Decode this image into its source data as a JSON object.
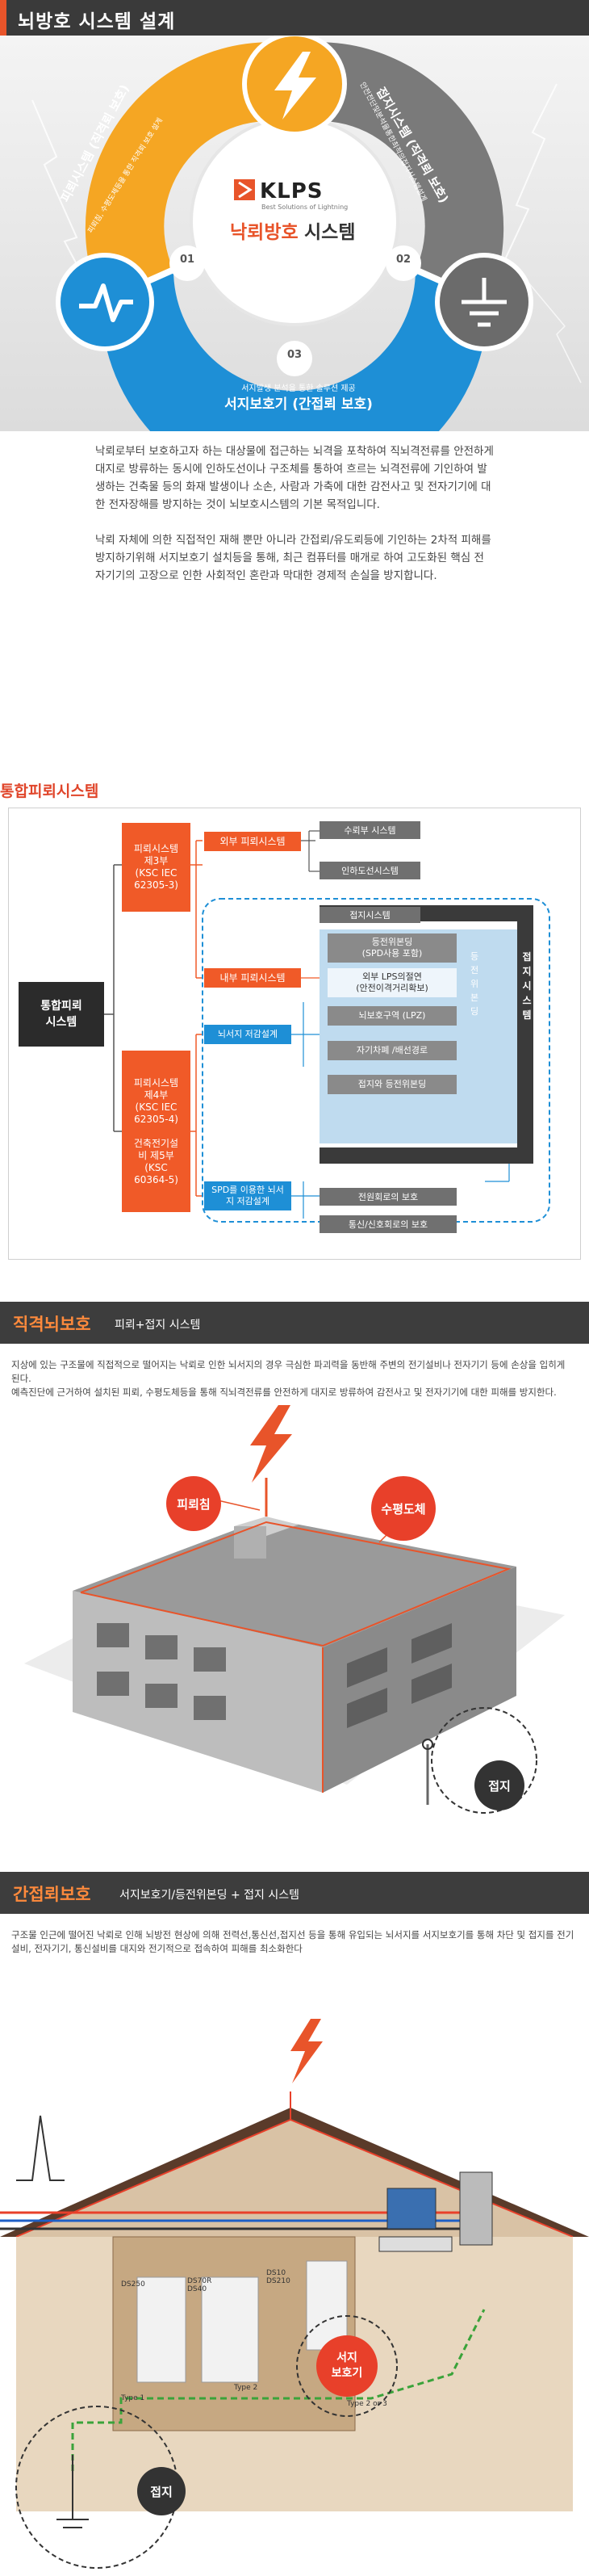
{
  "header": {
    "title": "뇌방호 시스템 설계"
  },
  "hero": {
    "logo": "KLPS",
    "logo_tagline": "Best Solutions of Lightning",
    "center_title_a": "낙뢰방호",
    "center_title_b": "시스템",
    "segments": [
      {
        "num": "01",
        "title": "피뢰시스템 (직격뢰 보호)",
        "sub": "피뢰침, 수평도체등을 통한 직격뢰 보호 설계"
      },
      {
        "num": "02",
        "title": "접지시스템 (직격뢰 보호)",
        "sub": "안전전단및분석을통한최적의접지시스템설계"
      },
      {
        "num": "03",
        "title": "서지보호기 (간접뢰 보호)",
        "sub": "서지발생 분석을 통한 솔루션 제공"
      }
    ],
    "colors": {
      "orange": "#f5a623",
      "gray": "#7a7a7a",
      "blue": "#1e8fd6"
    }
  },
  "intro": {
    "p1": "낙뢰로부터 보호하고자 하는 대상물에 접근하는 뇌격을 포착하여 직뇌격전류를 안전하게 대지로 방류하는 동시에 인하도선이나 구조체를 통하여 흐르는 뇌격전류에 기인하여 발생하는 건축물 등의 화재 발생이나 소손, 사람과 가축에 대한 감전사고 및 전자기기에 대한 전자장해를 방지하는 것이 뇌보호시스템의 기본 목적입니다.",
    "p2": "낙뢰 자체에 의한 직접적인 재해 뿐만 아니라 간접뢰/유도뢰등에 기인하는 2차적 피해를 방지하기위해 서지보호기 설치등을 통해, 최근 컴퓨터를 매개로 하여 고도화된 핵심 전자기기의 고장으로 인한 사회적인 혼란과 막대한 경제적 손실을 방지합니다."
  },
  "integrated": {
    "title": "통합피뢰시스템",
    "root": "통합피뢰\n시스템",
    "std1": "피뢰시스템\n제3부\n(KSC IEC\n62305-3)",
    "std2": "피뢰시스템\n제4부\n(KSC IEC\n62305-4)\n\n건축전기설\n비 제5부\n(KSC\n60364-5)",
    "ext": "외부 피뢰시스템",
    "int": "내부 피뢰시스템",
    "surge_design": "뇌서지 저감설계",
    "spd_design": "SPD를 이용한 뇌서\n지 저감설계",
    "ext_items": [
      "수뢰부 시스템",
      "인하도선시스템",
      "접지시스템"
    ],
    "bonding": "등전위본딩\n(SPD사용 포함)",
    "lps_sep": "외부 LPS의절연\n(안전이격거리확보)",
    "lpz": "뇌보호구역 (LPZ)",
    "shield": "자기차폐 /배선경로",
    "ground_bond": "접지와 등전위본딩",
    "power": "전원회로의 보호",
    "comm": "통신/신호회로의 보호",
    "ground_sys": "접\n지\n시\n스\n템",
    "eq_bond": "등\n전\n위\n본\n딩"
  },
  "direct": {
    "title": "직격뇌보호",
    "subtitle": "피뢰+접지 시스템",
    "desc1": "지상에 있는 구조물에 직접적으로 떨어지는 낙뢰로 인한 뇌서지의 경우 극심한 파괴력을 동반해 주변의 전기설비나 전자기기 등에 손상을 입히게 된다.",
    "desc2": "예측진단에 근거하여 설치된 피뢰, 수평도체등을 통해 직뇌격전류를 안전하게 대지로 방류하여 감전사고 및 전자기기에 대한 피해를 방지한다.",
    "callout_rod": "피뢰침",
    "callout_cond": "수평도체",
    "callout_ground": "접지"
  },
  "indirect": {
    "title": "간접뢰보호",
    "subtitle": "서지보호기/등전위본딩 + 접지 시스템",
    "desc": "구조물 인근에 떨어진 낙뢰로 인해 뇌방전 현상에 의해 전력선,통신선,접지선 등을 통해 유입되는 뇌서지를 서지보호기를 통해 차단 및 접지를 전기설비, 전자기기, 통신설비를 대지와 전기적으로 접속하여 피해를 최소화한다",
    "callout_spd": "서지\n보호기",
    "callout_ground": "접지",
    "labels": [
      "DS250",
      "DS70R\nDS40",
      "DS10\nDS210",
      "Type 1",
      "Type 2",
      "Type 2 or 3"
    ]
  }
}
